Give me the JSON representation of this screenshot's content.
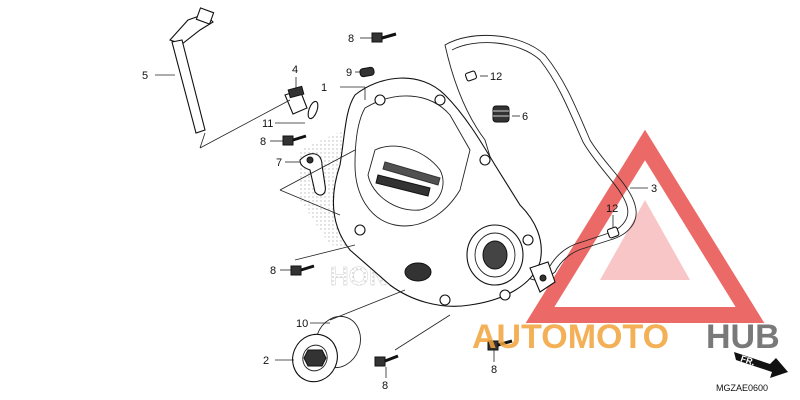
{
  "diagram": {
    "part_numbers": {
      "p1": "1",
      "p2": "2",
      "p3": "3",
      "p4": "4",
      "p5": "5",
      "p6": "6",
      "p7": "7",
      "p8": "8",
      "p9": "9",
      "p10": "10",
      "p11": "11",
      "p12": "12"
    },
    "code": "MGZAE0600",
    "direction": "FR.",
    "watermark": {
      "left": "AUTOMOTO",
      "right": "HUB",
      "brand": "HONDA",
      "colors": {
        "orange": "#f2a33a",
        "gray": "#6b6b6b",
        "red": "#e53935"
      }
    }
  }
}
